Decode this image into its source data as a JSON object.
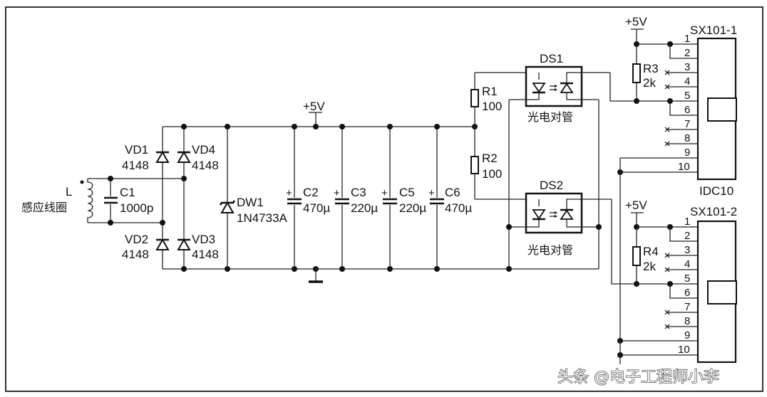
{
  "diagram": {
    "type": "circuit-schematic",
    "coil": {
      "ref": "L",
      "desc": "感应线圈"
    },
    "c1": {
      "ref": "C1",
      "value": "1000p"
    },
    "bridge": [
      {
        "ref": "VD1",
        "value": "4148"
      },
      {
        "ref": "VD4",
        "value": "4148"
      },
      {
        "ref": "VD2",
        "value": "4148"
      },
      {
        "ref": "VD3",
        "value": "4148"
      }
    ],
    "zener": {
      "ref": "DW1",
      "value": "1N4733A"
    },
    "supply_label": "+5V",
    "caps": [
      {
        "ref": "C2",
        "value": "470µ",
        "polarity": "+"
      },
      {
        "ref": "C3",
        "value": "220µ",
        "polarity": "+"
      },
      {
        "ref": "C5",
        "value": "220µ",
        "polarity": "+"
      },
      {
        "ref": "C6",
        "value": "470µ",
        "polarity": "+"
      }
    ],
    "resistors": [
      {
        "ref": "R1",
        "value": "100"
      },
      {
        "ref": "R2",
        "value": "100"
      },
      {
        "ref": "R3",
        "value": "2k"
      },
      {
        "ref": "R4",
        "value": "2k"
      }
    ],
    "optocouplers": [
      {
        "ref": "DS1",
        "desc": "光电对管"
      },
      {
        "ref": "DS2",
        "desc": "光电对管"
      }
    ],
    "connectors": [
      {
        "ref": "SX101-1",
        "type": "IDC10",
        "pins": [
          "1",
          "2",
          "3",
          "4",
          "5",
          "6",
          "7",
          "8",
          "9",
          "10"
        ]
      },
      {
        "ref": "SX101-2",
        "type": "",
        "pins": [
          "1",
          "2",
          "3",
          "4",
          "5",
          "6",
          "7",
          "8",
          "9",
          "10"
        ]
      }
    ],
    "watermark": "头条 @电子工程师小李"
  }
}
